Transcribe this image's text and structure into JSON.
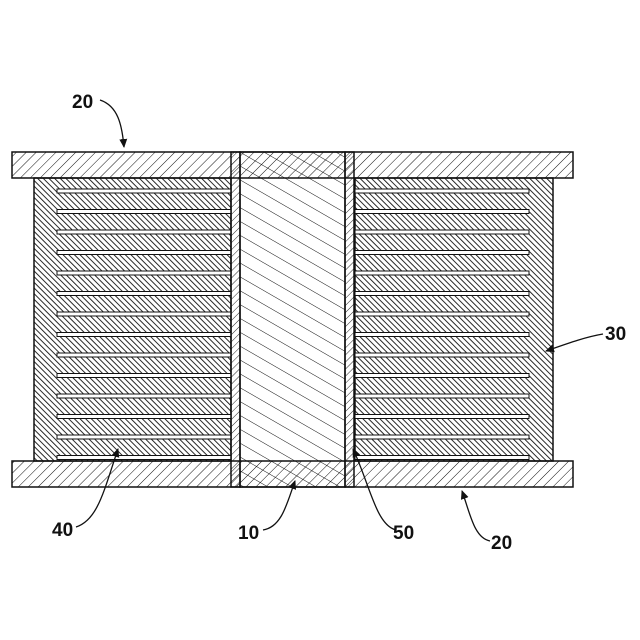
{
  "figure": {
    "labels": {
      "top_left_plate": "20",
      "bottom_right_plate": "20",
      "body": "30",
      "layers": "40",
      "core": "10",
      "sleeve": "50"
    }
  },
  "colors": {
    "ink": "#111111",
    "background": "#ffffff"
  }
}
